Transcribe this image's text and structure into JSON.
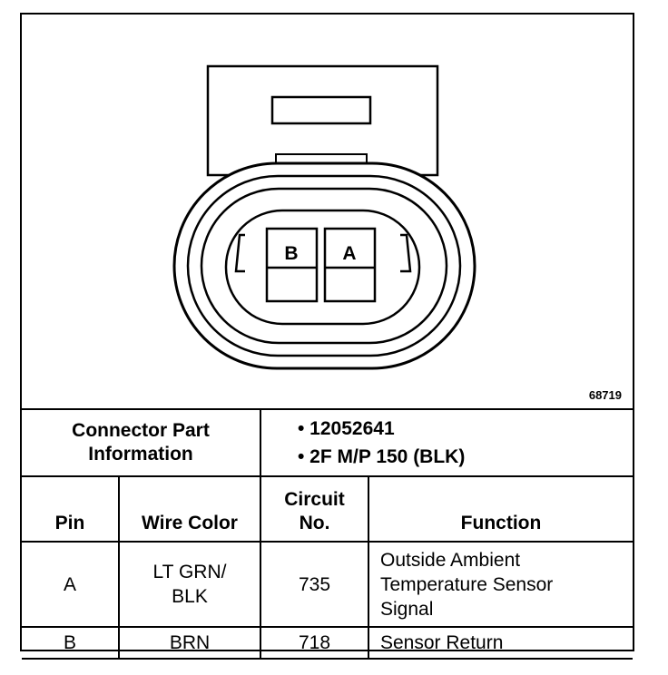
{
  "figure": {
    "figure_id": "68719",
    "cavity_labels": [
      "B",
      "A"
    ]
  },
  "connector_info": {
    "label_line1": "Connector Part",
    "label_line2": "Information",
    "values": [
      "• 12052641",
      "• 2F M/P 150 (BLK)"
    ]
  },
  "table": {
    "headers": {
      "pin": "Pin",
      "wire_color": "Wire Color",
      "circuit_line1": "Circuit",
      "circuit_line2": "No.",
      "function": "Function"
    },
    "rows": [
      {
        "pin": "A",
        "wire_color_line1": "LT GRN/",
        "wire_color_line2": "BLK",
        "circuit": "735",
        "function_line1": "Outside Ambient",
        "function_line2": "Temperature Sensor",
        "function_line3": "Signal"
      },
      {
        "pin": "B",
        "wire_color": "BRN",
        "circuit": "718",
        "function": "Sensor Return"
      }
    ]
  }
}
